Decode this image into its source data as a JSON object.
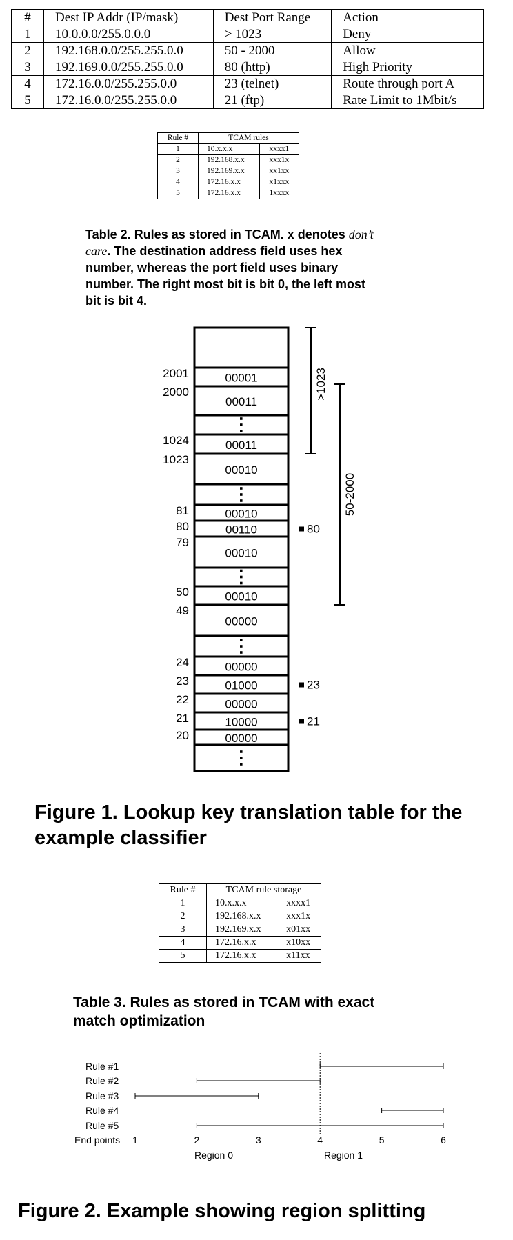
{
  "table1": {
    "headers": [
      "#",
      "Dest IP Addr (IP/mask)",
      "Dest Port Range",
      "Action"
    ],
    "rows": [
      [
        "1",
        "10.0.0.0/255.0.0.0",
        "> 1023",
        "Deny"
      ],
      [
        "2",
        "192.168.0.0/255.255.0.0",
        "50 - 2000",
        "Allow"
      ],
      [
        "3",
        "192.169.0.0/255.255.0.0",
        "80 (http)",
        "High Priority"
      ],
      [
        "4",
        "172.16.0.0/255.255.0.0",
        "23 (telnet)",
        "Route through port A"
      ],
      [
        "5",
        "172.16.0.0/255.255.0.0",
        "21 (ftp)",
        "Rate Limit to 1Mbit/s"
      ]
    ]
  },
  "table2": {
    "headers": [
      "Rule #",
      "TCAM rules"
    ],
    "rows": [
      [
        "1",
        "10.x.x.x",
        "xxxx1"
      ],
      [
        "2",
        "192.168.x.x",
        "xxx1x"
      ],
      [
        "3",
        "192.169.x.x",
        "xx1xx"
      ],
      [
        "4",
        "172.16.x.x",
        "x1xxx"
      ],
      [
        "5",
        "172.16.x.x",
        "1xxxx"
      ]
    ]
  },
  "table2_caption": {
    "prefix": "Table 2. Rules as stored in TCAM. x denotes",
    "italic": "don’t care",
    "rest": ". The destination address field uses hex number, whereas the port field uses binary number. The right most bit is bit 0, the left most bit is bit 4."
  },
  "figure1": {
    "caption": "Figure 1. Lookup key translation table for the example classifier",
    "cells": [
      {
        "port": "",
        "key": ""
      },
      {
        "port": "2001",
        "key": "00001"
      },
      {
        "port": "2000",
        "key": "00011"
      },
      {
        "port": "",
        "key": "⋮"
      },
      {
        "port": "1024",
        "key": "00011"
      },
      {
        "port": "1023",
        "key": "00010"
      },
      {
        "port": "",
        "key": "⋮"
      },
      {
        "port": "81",
        "key": "00010"
      },
      {
        "port": "80",
        "key": "00110"
      },
      {
        "port": "79",
        "key": "00010"
      },
      {
        "port": "",
        "key": "⋮"
      },
      {
        "port": "50",
        "key": "00010"
      },
      {
        "port": "49",
        "key": "00000"
      },
      {
        "port": "",
        "key": "⋮"
      },
      {
        "port": "24",
        "key": "00000"
      },
      {
        "port": "23",
        "key": "01000"
      },
      {
        "port": "22",
        "key": "00000"
      },
      {
        "port": "21",
        "key": "10000"
      },
      {
        "port": "20",
        "key": "00000"
      },
      {
        "port": "",
        "key": "⋮"
      }
    ],
    "point_markers": [
      "80",
      "23",
      "21"
    ],
    "range_labels": [
      ">1023",
      "50-2000"
    ]
  },
  "table3": {
    "headers": [
      "Rule #",
      "TCAM rule storage"
    ],
    "rows": [
      [
        "1",
        "10.x.x.x",
        "xxxx1"
      ],
      [
        "2",
        "192.168.x.x",
        "xxx1x"
      ],
      [
        "3",
        "192.169.x.x",
        "x01xx"
      ],
      [
        "4",
        "172.16.x.x",
        "x10xx"
      ],
      [
        "5",
        "172.16.x.x",
        "x11xx"
      ]
    ],
    "caption": "Table 3. Rules as stored in TCAM with exact match optimization"
  },
  "figure2": {
    "caption": "Figure 2. Example showing region splitting",
    "rules": [
      {
        "label": "Rule #1",
        "start": 4,
        "end": 6
      },
      {
        "label": "Rule #2",
        "start": 2,
        "end": 4
      },
      {
        "label": "Rule #3",
        "start": 1,
        "end": 3
      },
      {
        "label": "Rule #4",
        "start": 5,
        "end": 6
      },
      {
        "label": "Rule #5",
        "start": 2,
        "end": 6
      }
    ],
    "endpoints_label": "End points",
    "endpoints": [
      "1",
      "2",
      "3",
      "4",
      "5",
      "6"
    ],
    "split_point": 4,
    "regions": [
      "Region  0",
      "Region 1"
    ]
  }
}
